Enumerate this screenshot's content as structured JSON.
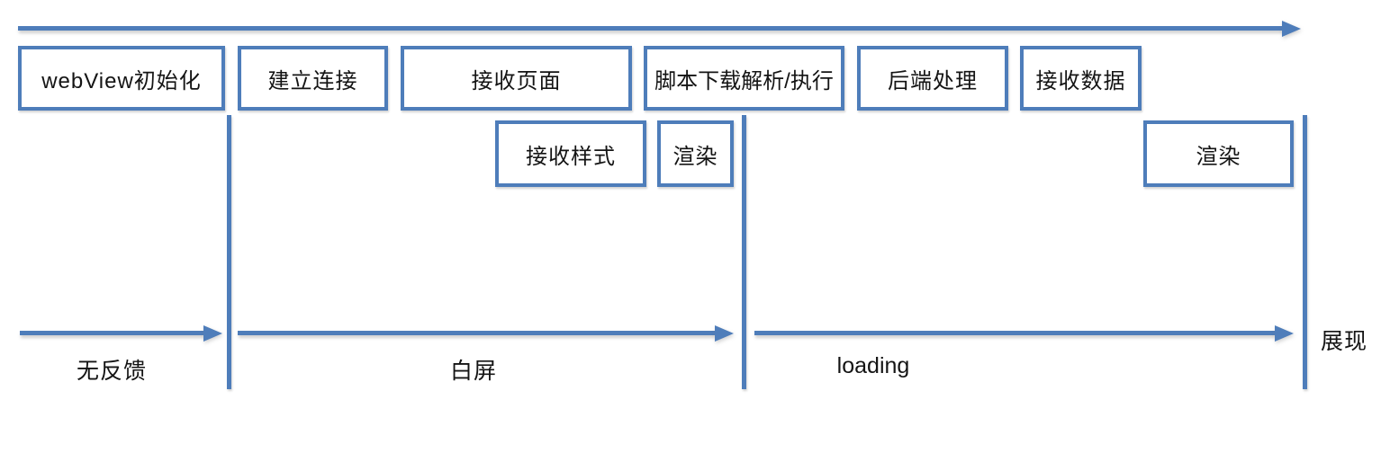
{
  "colors": {
    "accent": "#4e7dba",
    "text": "#141414",
    "background": "#ffffff"
  },
  "diagram": {
    "stages_row1": [
      {
        "label": "webView初始化"
      },
      {
        "label": "建立连接"
      },
      {
        "label": "接收页面"
      },
      {
        "label": "脚本下载解析/执行"
      },
      {
        "label": "后端处理"
      },
      {
        "label": "接收数据"
      }
    ],
    "stages_row2": [
      {
        "label": "接收样式"
      },
      {
        "label": "渲染"
      },
      {
        "label": "渲染"
      }
    ],
    "phases": [
      {
        "label": "无反馈"
      },
      {
        "label": "白屏"
      },
      {
        "label": "loading"
      }
    ],
    "end_label": "展现"
  }
}
